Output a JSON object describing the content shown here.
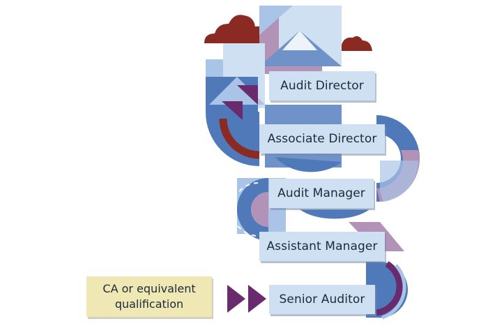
{
  "levels": [
    {
      "label": "Audit Director"
    },
    {
      "label": "Associate Director"
    },
    {
      "label": "Audit Manager"
    },
    {
      "label": "Assistant Manager"
    },
    {
      "label": "Senior Auditor"
    }
  ],
  "entry": {
    "line1": "CA or equivalent",
    "line2": "qualification"
  },
  "colors": {
    "blue_dark": "#4f79b8",
    "blue_mid": "#6f93c8",
    "blue_light": "#a9c4e6",
    "blue_pale": "#cfe0f2",
    "mauve": "#b392b8",
    "purple": "#6a2a6e",
    "cloud": "#8a2a22",
    "qual_bg": "#efe7b4"
  }
}
